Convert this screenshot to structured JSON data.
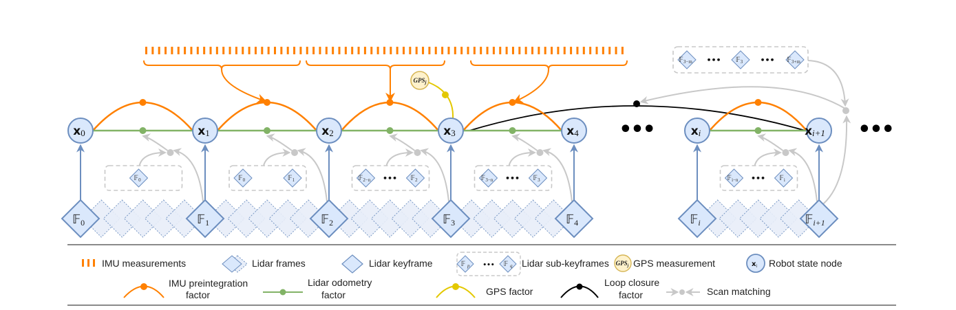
{
  "colors": {
    "imu": "#ff8000",
    "lidar_odometry": "#82b366",
    "gps": "#e3c800",
    "gps_fill": "#fff2cc",
    "gps_stroke": "#d6b656",
    "loop": "#000000",
    "scan": "#c8c8c8",
    "node_fill": "#dae8fc",
    "node_stroke": "#6c8ebf",
    "frame_fill": "#e8eef9"
  },
  "state_nodes": [
    {
      "base": "x",
      "sub": "0"
    },
    {
      "base": "x",
      "sub": "1"
    },
    {
      "base": "x",
      "sub": "2"
    },
    {
      "base": "x",
      "sub": "3"
    },
    {
      "base": "x",
      "sub": "4"
    },
    {
      "base": "x",
      "sub": "i"
    },
    {
      "base": "x",
      "sub": "i+1"
    }
  ],
  "keyframes": [
    {
      "base": "F",
      "sub": "0"
    },
    {
      "base": "F",
      "sub": "1"
    },
    {
      "base": "F",
      "sub": "2"
    },
    {
      "base": "F",
      "sub": "3"
    },
    {
      "base": "F",
      "sub": "4"
    },
    {
      "base": "F",
      "sub": "i"
    },
    {
      "base": "F",
      "sub": "i+1"
    }
  ],
  "sub_keyframe_groups": [
    {
      "items": [
        "F0"
      ],
      "labels": [
        {
          "base": "F",
          "sub": "0"
        }
      ]
    },
    {
      "items": [
        "F0",
        "F1"
      ],
      "labels": [
        {
          "base": "F",
          "sub": "0"
        },
        {
          "base": "F",
          "sub": "1"
        }
      ]
    },
    {
      "labels": [
        {
          "base": "F",
          "sub": "2−n"
        },
        {
          "base": "F",
          "sub": "2"
        }
      ],
      "ellipsis": "•••"
    },
    {
      "labels": [
        {
          "base": "F",
          "sub": "3−n"
        },
        {
          "base": "F",
          "sub": "3"
        }
      ],
      "ellipsis": "•••"
    },
    {
      "labels": [
        {
          "base": "F",
          "sub": "i−n"
        },
        {
          "base": "F",
          "sub": "i"
        }
      ],
      "ellipsis": "•••"
    }
  ],
  "loop_group": {
    "labels": [
      {
        "base": "F",
        "sub": "3−m"
      },
      {
        "base": "F",
        "sub": "3"
      },
      {
        "base": "F",
        "sub": "3+m"
      }
    ],
    "ellipsis": "•••"
  },
  "gps_node": {
    "base": "GPS",
    "sub": "j"
  },
  "ellipsis": "•••",
  "legend": {
    "row1": [
      {
        "icon": "imu-measurements-icon",
        "label": "IMU measurements"
      },
      {
        "icon": "lidar-frames-icon",
        "label": "Lidar frames"
      },
      {
        "icon": "lidar-keyframe-icon",
        "label": "Lidar keyframe"
      },
      {
        "icon": "lidar-sub-keyframes-icon",
        "label": "Lidar sub-keyframes",
        "p": "p",
        "q": "q",
        "ellipsis": "•••"
      },
      {
        "icon": "gps-measurement-icon",
        "label": "GPS measurement",
        "gps": "GPS",
        "gps_sub": "j"
      },
      {
        "icon": "robot-state-node-icon",
        "label": "Robot state node",
        "node": "x",
        "node_sub": "i"
      }
    ],
    "row2": [
      {
        "icon": "imu-preintegration-factor-icon",
        "label_line1": "IMU preintegration",
        "label_line2": "factor"
      },
      {
        "icon": "lidar-odometry-factor-icon",
        "label_line1": "Lidar odometry",
        "label_line2": "factor"
      },
      {
        "icon": "gps-factor-icon",
        "label": "GPS factor"
      },
      {
        "icon": "loop-closure-factor-icon",
        "label_line1": "Loop closure",
        "label_line2": "factor"
      },
      {
        "icon": "scan-matching-icon",
        "label": "Scan matching"
      }
    ]
  }
}
